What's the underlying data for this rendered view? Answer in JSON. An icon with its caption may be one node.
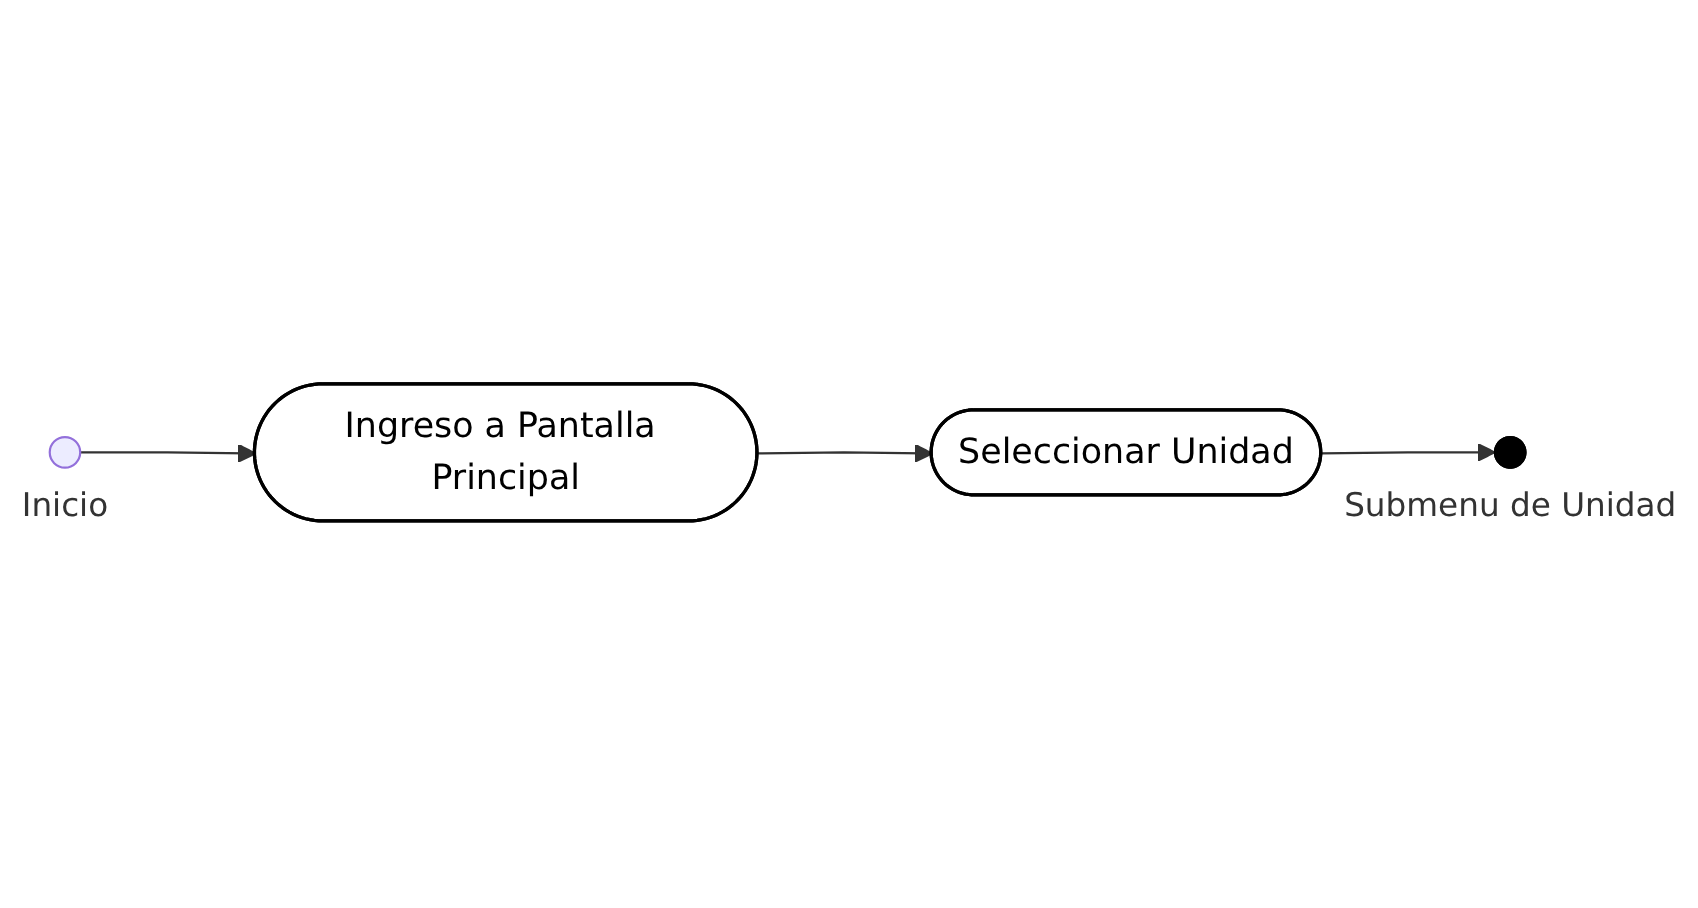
{
  "diagram": {
    "nodes": [
      {
        "text": [],
        "shape": "circle",
        "beside": [
          "Inicio"
        ]
      },
      {
        "text": [
          "Ingreso a Pantalla Principal"
        ]
      },
      {
        "text": [
          "Seleccionar Unidad"
        ]
      },
      {
        "text": [],
        "shape": "circle",
        "beside": [
          "Submenu de Unidad"
        ]
      }
    ],
    "edges": [
      {
        "from": 0,
        "to": 1,
        "arrow": "to"
      },
      {
        "from": 1,
        "to": 2,
        "arrow": "to"
      },
      {
        "from": 2,
        "to": 3,
        "arrow": "to"
      }
    ]
  }
}
